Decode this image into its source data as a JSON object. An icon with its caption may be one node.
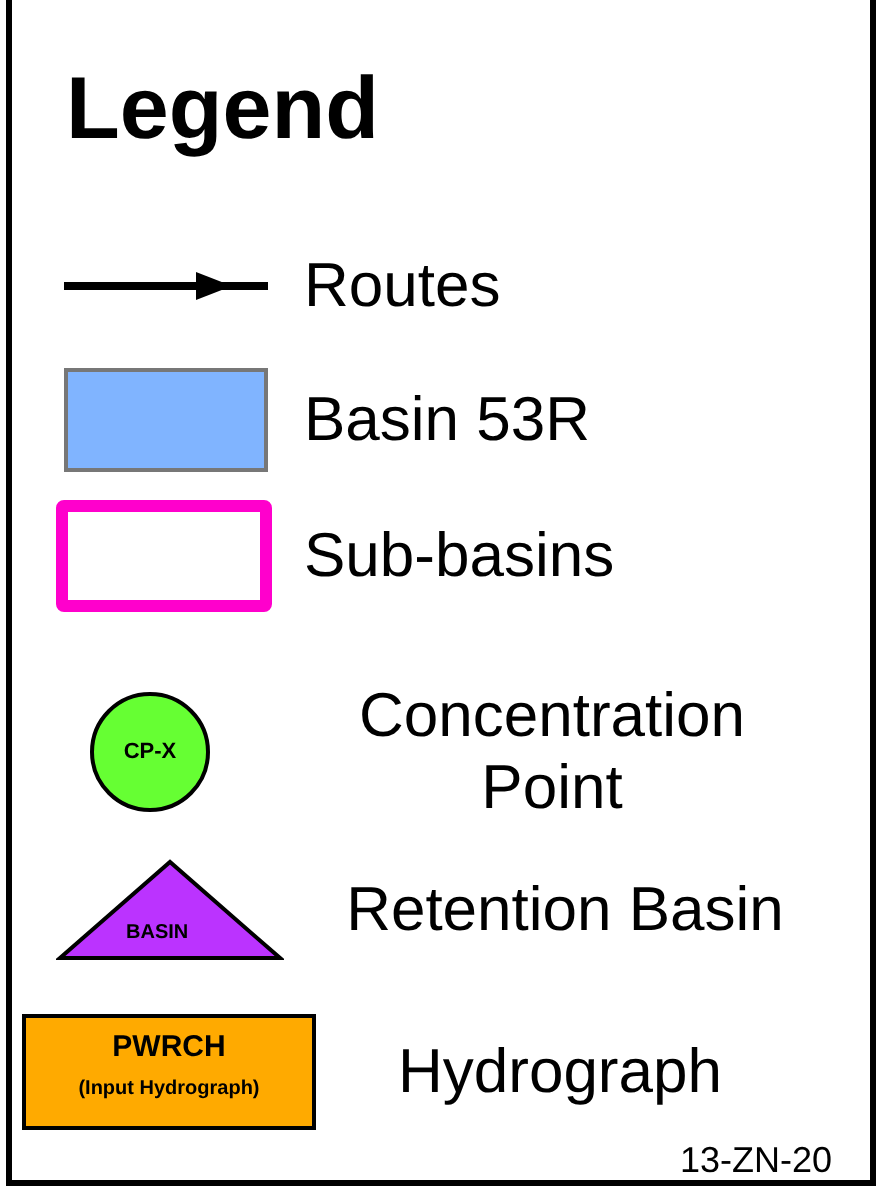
{
  "diagram": {
    "title": "Legend",
    "legend": [
      {
        "text": "Routes"
      },
      {
        "text": "Basin 53R",
        "color": "#80b4ff"
      },
      {
        "text": "Sub-basins"
      },
      {
        "text": "Concentration Point"
      },
      {
        "text": "Retention Basin"
      },
      {
        "text": "Hydrograph"
      }
    ],
    "labels": [
      "CP-X",
      "BASIN",
      "PWRCH",
      "(Input Hydrograph)",
      "13-ZN-20"
    ]
  }
}
